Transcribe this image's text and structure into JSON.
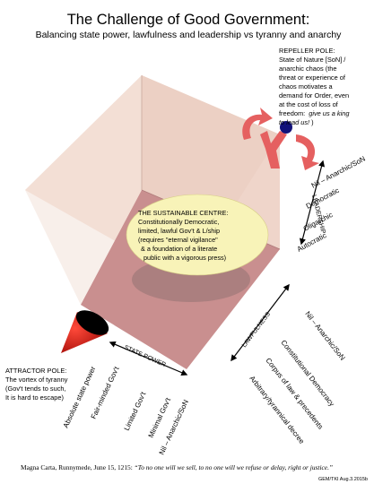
{
  "title": "The Challenge of Good Government:",
  "subtitle": "Balancing state power, lawfulness and leadership vs tyranny and anarchy",
  "repeller": {
    "heading": "REPELLER POLE:",
    "lines": [
      "State of Nature [SoN] /",
      "anarchic chaos (the",
      "threat or experience of",
      "chaos motivates a",
      "demand for Order, even",
      "at the cost of loss of",
      "freedom:"
    ],
    "quote": "give us a king",
    "quote2": "to lead us!",
    "close": " )"
  },
  "centre": {
    "lines": [
      "THE SUSTAINABLE CENTRE:",
      "Constitutionally Democratic,",
      "limited, lawful Gov't & L/ship",
      "(requires \"eternal vigilance\"",
      "& a foundation of a literate",
      "public with a vigorous press)"
    ]
  },
  "leadership": {
    "axis_label": "LEADERSHIP",
    "levels": [
      "Nil – Anarchic/SoN",
      "Democratic",
      "Oligarchic",
      "Autocratic"
    ]
  },
  "lawfulness": {
    "axis_label": "LAWFULNESS",
    "levels": [
      "Nil – Anarchic/SoN",
      "Constitutional Democracy",
      "Corpus of law & precedents",
      "Arbitrary/tyrannical decree"
    ]
  },
  "state_power": {
    "axis_label": "STATE POWER",
    "levels": [
      "Absolute state power",
      "Fair-minded Gov't",
      "Limited Gov't",
      "Minimal Gov't",
      "Nil – Anarchic/SoN"
    ]
  },
  "attractor": {
    "heading": "ATTRACTOR POLE:",
    "lines": [
      "The vortex of tyranny",
      "(Gov't tends to such,",
      "It is hard to escape)"
    ]
  },
  "footer": {
    "prefix": "Magna Carta, Runnymede, June 15, 1215: ",
    "quote": "“To no one will we sell, to no one will we refuse or delay, right or justice.”"
  },
  "credit": "GEM/TKI Aug.3.2015b",
  "colors": {
    "cube_top": "#f7e6df",
    "cube_back": "#ecd0c4",
    "cube_right": "#f3d9cf",
    "cube_bottom": "#c98f8f",
    "centre_ellipse": "#f8f3b8",
    "cone_red": "#d91c16",
    "repeller_arrows": "#e56060",
    "repeller_ball": "#12127a"
  }
}
